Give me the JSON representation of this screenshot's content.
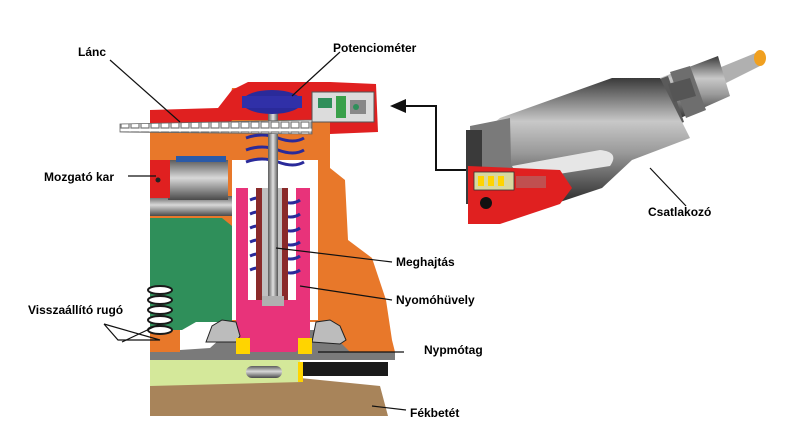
{
  "labels": {
    "lanc": "Lánc",
    "potenciometer": "Potenciométer",
    "mozgato_kar": "Mozgató kar",
    "meghajtas": "Meghajtás",
    "nyomohuvely": "Nyomóhüvely",
    "visszaallito_rugo": "Visszaállító rugó",
    "nypmotag": "Nypmótag",
    "fekbetet": "Fékbetét",
    "csatlakozo": "Csatlakozó"
  },
  "colors": {
    "housing_orange": "#e8782a",
    "cap_red": "#e02020",
    "green_block": "#2f8f5a",
    "pink_sleeve": "#e8337a",
    "blue_pot": "#2a2a9a",
    "grey_metal": "#8a8a8a",
    "pad_lightgreen": "#d4e89a",
    "pad_brown": "#a8845a",
    "connector_grey": "#7a7a7a"
  }
}
